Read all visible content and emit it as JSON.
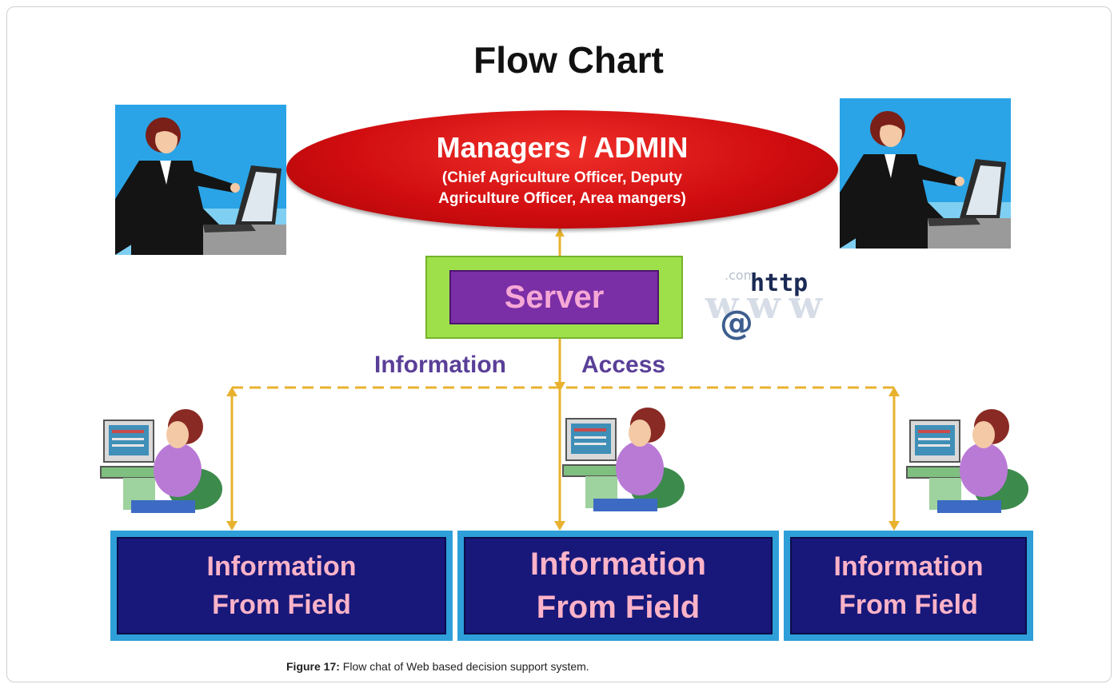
{
  "diagram": {
    "title": "Flow Chart",
    "admin_node": {
      "title": "Managers / ADMIN",
      "subtitle_line1": "(Chief  Agriculture Officer, Deputy",
      "subtitle_line2": "Agriculture Officer, Area mangers)"
    },
    "server_node": {
      "label": "Server"
    },
    "connector_labels": {
      "left": "Information",
      "right": "Access"
    },
    "field_nodes": [
      {
        "line1": "Information",
        "line2": "From  Field"
      },
      {
        "line1": "Information",
        "line2": "From  Field"
      },
      {
        "line1": "Information",
        "line2": "From  Field"
      }
    ],
    "web_logo": {
      "text_http": "http",
      "text_com": ".com",
      "text_at": "@",
      "text_www": "www"
    },
    "icons": [
      "manager-at-laptop-icon",
      "field-worker-at-computer-icon",
      "web-http-logo-icon"
    ],
    "colors": {
      "admin_ellipse": "#d10d10",
      "server_outer": "#9ee04a",
      "server_inner": "#7a2fa6",
      "field_box": "#17187a",
      "field_border": "#2e9fd8",
      "connector": "#e8b22e",
      "label_text": "#5a3f98"
    }
  },
  "caption": {
    "label": "Figure 17:",
    "text": " Flow chat of Web based decision support system."
  }
}
